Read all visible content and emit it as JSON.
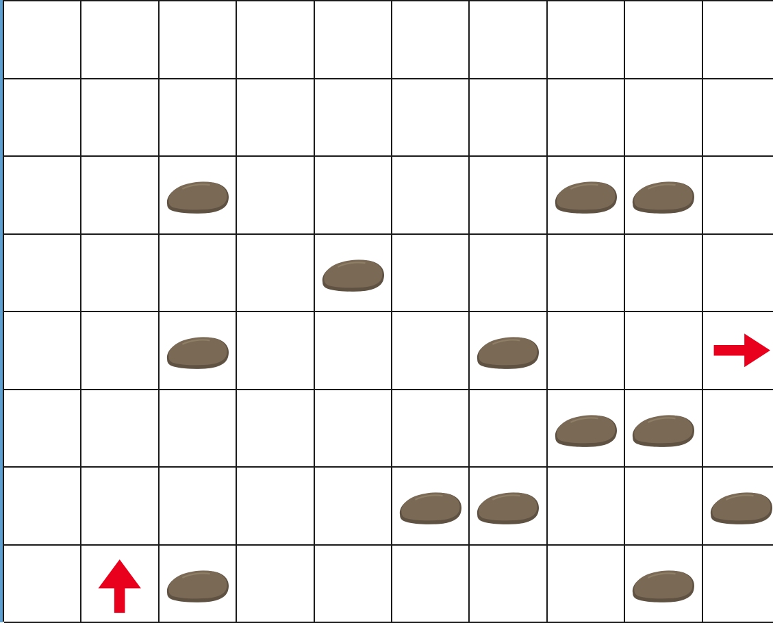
{
  "board": {
    "rows": 8,
    "cols": 10,
    "rock_color": "#7a6a55",
    "rock_shadow_color": "#5f5242",
    "arrow_color": "#e8001c",
    "grid_color": "#1a1a1a",
    "frame_color": "#5f9fd0"
  },
  "rocks": [
    {
      "row": 2,
      "col": 2
    },
    {
      "row": 2,
      "col": 7
    },
    {
      "row": 2,
      "col": 8
    },
    {
      "row": 3,
      "col": 4
    },
    {
      "row": 4,
      "col": 2
    },
    {
      "row": 4,
      "col": 6
    },
    {
      "row": 5,
      "col": 7
    },
    {
      "row": 5,
      "col": 8
    },
    {
      "row": 6,
      "col": 5
    },
    {
      "row": 6,
      "col": 6
    },
    {
      "row": 6,
      "col": 9
    },
    {
      "row": 7,
      "col": 2
    },
    {
      "row": 7,
      "col": 8
    }
  ],
  "arrows": [
    {
      "row": 7,
      "col": 1,
      "direction": "up",
      "icon": "arrow-up-icon"
    },
    {
      "row": 4,
      "col": 9,
      "direction": "right",
      "icon": "arrow-right-icon"
    }
  ]
}
